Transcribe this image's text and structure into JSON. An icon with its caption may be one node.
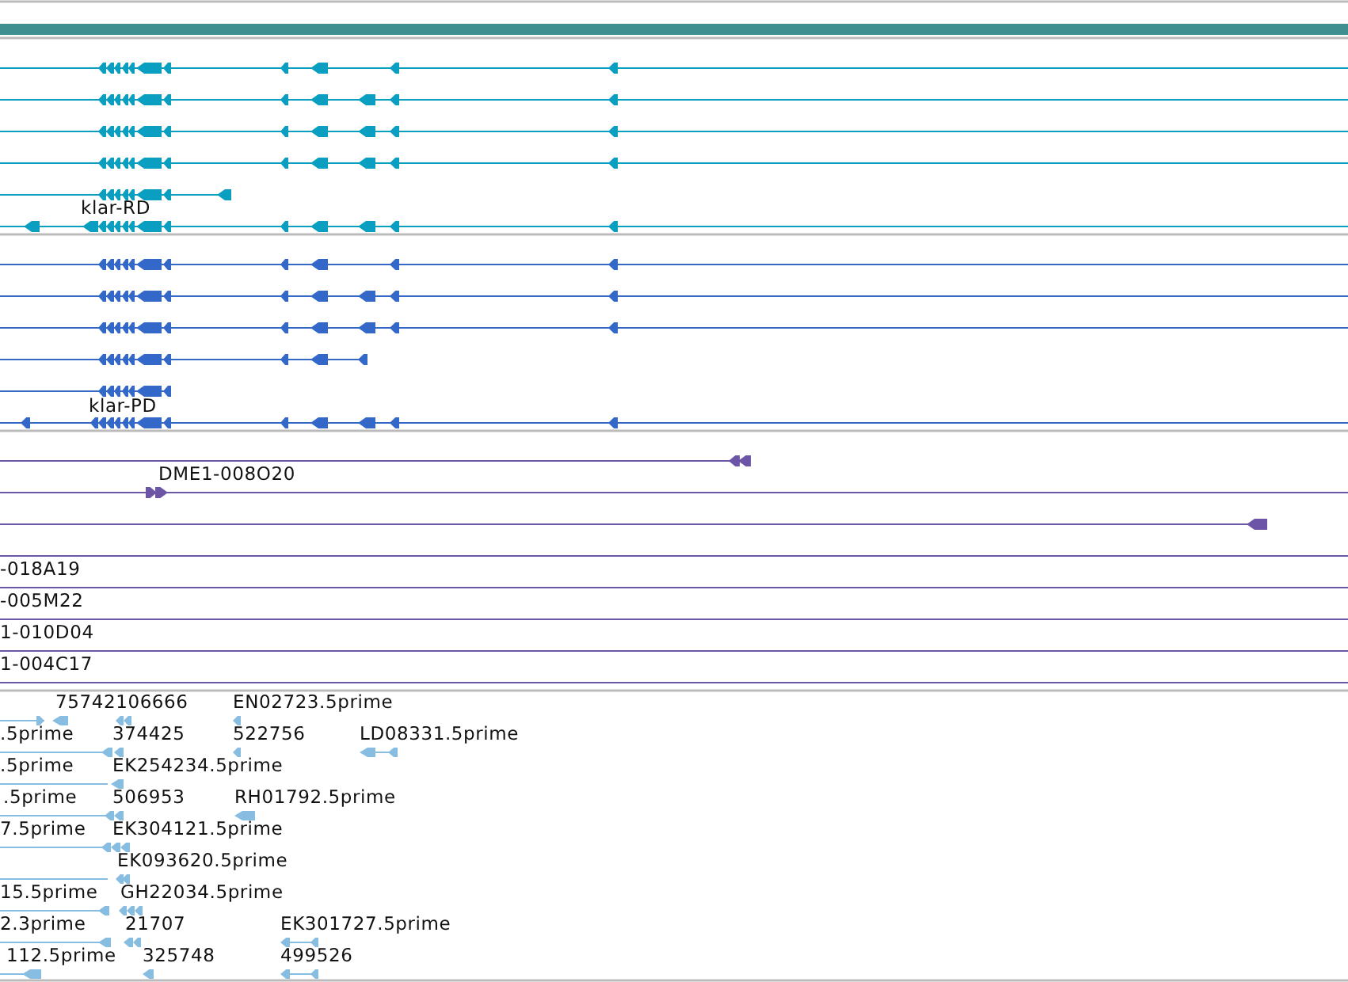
{
  "diagram": {
    "labels": [
      "klar-RD",
      "klar-PD",
      "DME1-008O20",
      "-018A19",
      "-005M22",
      "1-010D04",
      "1-004C17",
      "75742106666",
      "EN02723.5prime",
      ".5prime",
      "374425",
      "522756",
      "LD08331.5prime",
      ".5prime",
      "EK254234.5prime",
      ".5prime",
      "506953",
      "RH01792.5prime",
      "7.5prime",
      "EK304121.5prime",
      "EK093620.5prime",
      "15.5prime",
      "GH22034.5prime",
      "2.3prime",
      "21707",
      "EK301727.5prime",
      "112.5prime",
      "325748",
      "499526"
    ]
  }
}
